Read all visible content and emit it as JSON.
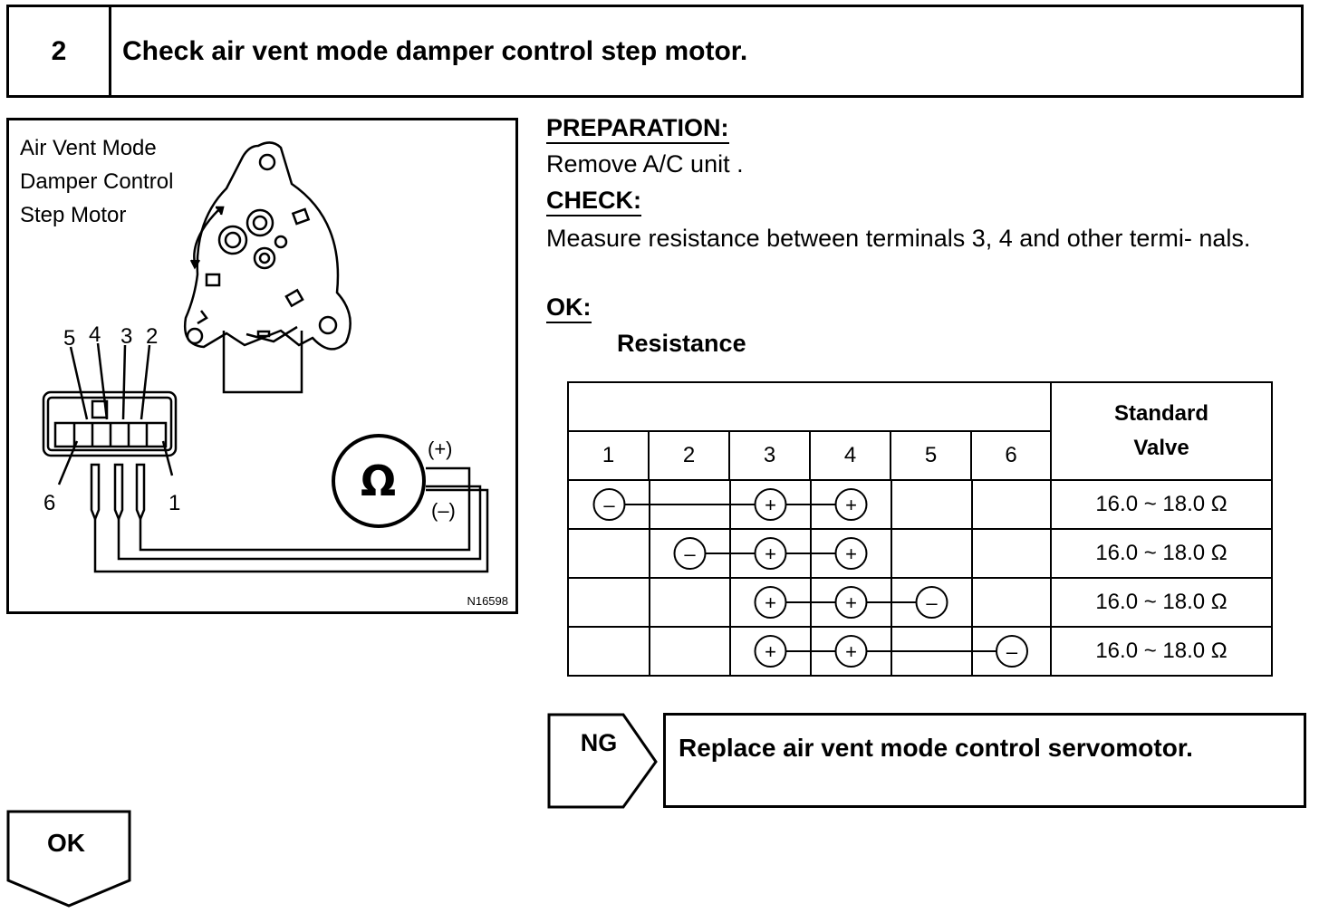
{
  "step": {
    "number": "2",
    "title": "Check air vent mode damper control step motor."
  },
  "figure": {
    "label_line1": "Air Vent Mode",
    "label_line2": "Damper Control",
    "label_line3": "Step Motor",
    "terminal_labels": [
      "5",
      "4",
      "3",
      "2",
      "6",
      "1"
    ],
    "ohm_symbol": "Ω",
    "plus_label": "(+)",
    "minus_label": "(–)",
    "code": "N16598"
  },
  "preparation": {
    "heading": "PREPARATION:",
    "text": "Remove A/C unit ."
  },
  "check": {
    "heading": "CHECK:",
    "text": "Measure resistance between terminals 3, 4 and other termi- nals."
  },
  "ok_section": {
    "heading": "OK:",
    "subheading": "Resistance"
  },
  "table": {
    "header_standard": "Standard Valve",
    "terminals": [
      "1",
      "2",
      "3",
      "4",
      "5",
      "6"
    ],
    "rows": [
      {
        "connections": [
          {
            "col": 1,
            "sign": "–"
          },
          {
            "col": 3,
            "sign": "+"
          },
          {
            "col": 4,
            "sign": "+"
          }
        ],
        "value": "16.0 ~ 18.0 Ω"
      },
      {
        "connections": [
          {
            "col": 2,
            "sign": "–"
          },
          {
            "col": 3,
            "sign": "+"
          },
          {
            "col": 4,
            "sign": "+"
          }
        ],
        "value": "16.0 ~ 18.0 Ω"
      },
      {
        "connections": [
          {
            "col": 3,
            "sign": "+"
          },
          {
            "col": 4,
            "sign": "+"
          },
          {
            "col": 5,
            "sign": "–"
          }
        ],
        "value": "16.0 ~ 18.0 Ω"
      },
      {
        "connections": [
          {
            "col": 3,
            "sign": "+"
          },
          {
            "col": 4,
            "sign": "+"
          },
          {
            "col": 6,
            "sign": "–"
          }
        ],
        "value": "16.0 ~ 18.0 Ω"
      }
    ]
  },
  "ng": {
    "label": "NG",
    "action": "Replace air vent mode control servomotor."
  },
  "ok_flow": {
    "label": "OK"
  }
}
